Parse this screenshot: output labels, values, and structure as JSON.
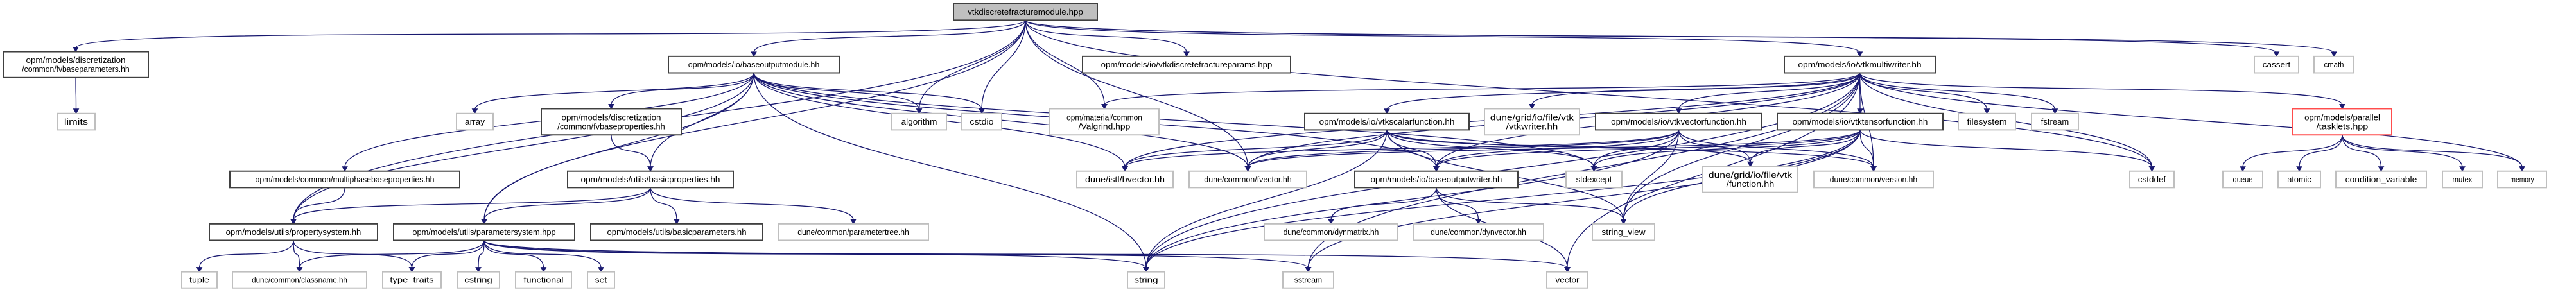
{
  "graph": {
    "edge_color": "#191970",
    "nodes": [
      {
        "id": "main",
        "label": "vtkdiscretefracturemodule.hpp",
        "kind": "root"
      },
      {
        "id": "fvbaseparameters",
        "label": "opm/models/discretization\n/common/fvbaseparameters.hh",
        "kind": "normal"
      },
      {
        "id": "limits",
        "label": "limits",
        "kind": "external"
      },
      {
        "id": "baseoutputmodule",
        "label": "opm/models/io/baseoutputmodule.hh",
        "kind": "normal"
      },
      {
        "id": "vtkdiscretefractureparams",
        "label": "opm/models/io/vtkdiscretefractureparams.hpp",
        "kind": "normal"
      },
      {
        "id": "vtkmultiwriter",
        "label": "opm/models/io/vtkmultiwriter.hh",
        "kind": "normal"
      },
      {
        "id": "cassert",
        "label": "cassert",
        "kind": "external"
      },
      {
        "id": "cmath",
        "label": "cmath",
        "kind": "external"
      },
      {
        "id": "array",
        "label": "array",
        "kind": "external"
      },
      {
        "id": "fvbaseproperties",
        "label": "opm/models/discretization\n/common/fvbaseproperties.hh",
        "kind": "normal"
      },
      {
        "id": "algorithm",
        "label": "algorithm",
        "kind": "external"
      },
      {
        "id": "cstdio",
        "label": "cstdio",
        "kind": "external"
      },
      {
        "id": "valgrind",
        "label": "opm/material/common\n/Valgrind.hpp",
        "kind": "external"
      },
      {
        "id": "vtkscalarfunction",
        "label": "opm/models/io/vtkscalarfunction.hh",
        "kind": "normal"
      },
      {
        "id": "vtkwriter",
        "label": "dune/grid/io/file/vtk\n/vtkwriter.hh",
        "kind": "external"
      },
      {
        "id": "vtkvectorfunction",
        "label": "opm/models/io/vtkvectorfunction.hh",
        "kind": "normal"
      },
      {
        "id": "vtktensorfunction",
        "label": "opm/models/io/vtktensorfunction.hh",
        "kind": "normal"
      },
      {
        "id": "filesystem",
        "label": "filesystem",
        "kind": "external"
      },
      {
        "id": "fstream",
        "label": "fstream",
        "kind": "external"
      },
      {
        "id": "tasklets",
        "label": "opm/models/parallel\n/tasklets.hpp",
        "kind": "highlight"
      },
      {
        "id": "multiphasebaseproperties",
        "label": "opm/models/common/multiphasebaseproperties.hh",
        "kind": "normal"
      },
      {
        "id": "basicproperties",
        "label": "opm/models/utils/basicproperties.hh",
        "kind": "normal"
      },
      {
        "id": "bvector",
        "label": "dune/istl/bvector.hh",
        "kind": "external"
      },
      {
        "id": "fvector",
        "label": "dune/common/fvector.hh",
        "kind": "external"
      },
      {
        "id": "baseoutputwriter",
        "label": "opm/models/io/baseoutputwriter.hh",
        "kind": "normal"
      },
      {
        "id": "stdexcept",
        "label": "stdexcept",
        "kind": "external"
      },
      {
        "id": "function",
        "label": "dune/grid/io/file/vtk\n/function.hh",
        "kind": "external"
      },
      {
        "id": "version",
        "label": "dune/common/version.hh",
        "kind": "external"
      },
      {
        "id": "cstddef",
        "label": "cstddef",
        "kind": "external"
      },
      {
        "id": "queue",
        "label": "queue",
        "kind": "external"
      },
      {
        "id": "atomic",
        "label": "atomic",
        "kind": "external"
      },
      {
        "id": "condition_variable",
        "label": "condition_variable",
        "kind": "external"
      },
      {
        "id": "mutex",
        "label": "mutex",
        "kind": "external"
      },
      {
        "id": "memory",
        "label": "memory",
        "kind": "external"
      },
      {
        "id": "propertysystem",
        "label": "opm/models/utils/propertysystem.hh",
        "kind": "normal"
      },
      {
        "id": "parametersystem",
        "label": "opm/models/utils/parametersystem.hpp",
        "kind": "normal"
      },
      {
        "id": "basicparameters",
        "label": "opm/models/utils/basicparameters.hh",
        "kind": "normal"
      },
      {
        "id": "parametertree",
        "label": "dune/common/parametertree.hh",
        "kind": "external"
      },
      {
        "id": "dynmatrix",
        "label": "dune/common/dynmatrix.hh",
        "kind": "external"
      },
      {
        "id": "dynvector",
        "label": "dune/common/dynvector.hh",
        "kind": "external"
      },
      {
        "id": "string_view",
        "label": "string_view",
        "kind": "external"
      },
      {
        "id": "tuple",
        "label": "tuple",
        "kind": "external"
      },
      {
        "id": "classname",
        "label": "dune/common/classname.hh",
        "kind": "external"
      },
      {
        "id": "type_traits",
        "label": "type_traits",
        "kind": "external"
      },
      {
        "id": "cstring",
        "label": "cstring",
        "kind": "external"
      },
      {
        "id": "functional",
        "label": "functional",
        "kind": "external"
      },
      {
        "id": "set",
        "label": "set",
        "kind": "external"
      },
      {
        "id": "string",
        "label": "string",
        "kind": "external"
      },
      {
        "id": "sstream",
        "label": "sstream",
        "kind": "external"
      },
      {
        "id": "vector",
        "label": "vector",
        "kind": "external"
      }
    ],
    "edges": [
      [
        "main",
        "fvbaseparameters"
      ],
      [
        "main",
        "propertysystem"
      ],
      [
        "main",
        "parametersystem"
      ],
      [
        "main",
        "baseoutputmodule"
      ],
      [
        "main",
        "algorithm"
      ],
      [
        "main",
        "cstdio"
      ],
      [
        "main",
        "valgrind"
      ],
      [
        "main",
        "fvector"
      ],
      [
        "main",
        "vtkdiscretefractureparams"
      ],
      [
        "main",
        "vtkmultiwriter"
      ],
      [
        "main",
        "cstddef"
      ],
      [
        "main",
        "cassert"
      ],
      [
        "main",
        "cmath"
      ],
      [
        "fvbaseparameters",
        "limits"
      ],
      [
        "baseoutputmodule",
        "fvbaseproperties"
      ],
      [
        "baseoutputmodule",
        "basicproperties"
      ],
      [
        "baseoutputmodule",
        "multiphasebaseproperties"
      ],
      [
        "baseoutputmodule",
        "propertysystem"
      ],
      [
        "baseoutputmodule",
        "parametersystem"
      ],
      [
        "baseoutputmodule",
        "array"
      ],
      [
        "baseoutputmodule",
        "algorithm"
      ],
      [
        "baseoutputmodule",
        "cstdio"
      ],
      [
        "baseoutputmodule",
        "string"
      ],
      [
        "baseoutputmodule",
        "bvector"
      ],
      [
        "baseoutputmodule",
        "fvector"
      ],
      [
        "baseoutputmodule",
        "baseoutputwriter"
      ],
      [
        "baseoutputmodule",
        "stdexcept"
      ],
      [
        "fvbaseproperties",
        "basicproperties"
      ],
      [
        "multiphasebaseproperties",
        "propertysystem"
      ],
      [
        "basicproperties",
        "propertysystem"
      ],
      [
        "basicproperties",
        "parametersystem"
      ],
      [
        "basicproperties",
        "basicparameters"
      ],
      [
        "basicproperties",
        "parametertree"
      ],
      [
        "propertysystem",
        "tuple"
      ],
      [
        "propertysystem",
        "classname"
      ],
      [
        "propertysystem",
        "type_traits"
      ],
      [
        "parametersystem",
        "classname"
      ],
      [
        "parametersystem",
        "type_traits"
      ],
      [
        "parametersystem",
        "cstring"
      ],
      [
        "parametersystem",
        "functional"
      ],
      [
        "parametersystem",
        "set"
      ],
      [
        "parametersystem",
        "string"
      ],
      [
        "parametersystem",
        "sstream"
      ],
      [
        "parametersystem",
        "vector"
      ],
      [
        "vtkmultiwriter",
        "vtkscalarfunction"
      ],
      [
        "vtkmultiwriter",
        "vtkwriter"
      ],
      [
        "vtkmultiwriter",
        "vtkvectorfunction"
      ],
      [
        "vtkmultiwriter",
        "vtktensorfunction"
      ],
      [
        "vtkmultiwriter",
        "filesystem"
      ],
      [
        "vtkmultiwriter",
        "fstream"
      ],
      [
        "vtkmultiwriter",
        "tasklets"
      ],
      [
        "vtkmultiwriter",
        "cstddef"
      ],
      [
        "vtkmultiwriter",
        "memory"
      ],
      [
        "vtkmultiwriter",
        "valgrind"
      ],
      [
        "vtkmultiwriter",
        "baseoutputwriter"
      ],
      [
        "vtkmultiwriter",
        "bvector"
      ],
      [
        "vtkmultiwriter",
        "fvector"
      ],
      [
        "vtkmultiwriter",
        "string"
      ],
      [
        "vtkmultiwriter",
        "string_view"
      ],
      [
        "vtkmultiwriter",
        "sstream"
      ],
      [
        "vtkmultiwriter",
        "vector"
      ],
      [
        "vtkmultiwriter",
        "version"
      ],
      [
        "vtkscalarfunction",
        "baseoutputwriter"
      ],
      [
        "vtkscalarfunction",
        "bvector"
      ],
      [
        "vtkscalarfunction",
        "fvector"
      ],
      [
        "vtkscalarfunction",
        "stdexcept"
      ],
      [
        "vtkscalarfunction",
        "function"
      ],
      [
        "vtkscalarfunction",
        "version"
      ],
      [
        "vtkscalarfunction",
        "string"
      ],
      [
        "vtkscalarfunction",
        "string_view"
      ],
      [
        "vtkvectorfunction",
        "baseoutputwriter"
      ],
      [
        "vtkvectorfunction",
        "bvector"
      ],
      [
        "vtkvectorfunction",
        "fvector"
      ],
      [
        "vtkvectorfunction",
        "stdexcept"
      ],
      [
        "vtkvectorfunction",
        "function"
      ],
      [
        "vtkvectorfunction",
        "version"
      ],
      [
        "vtkvectorfunction",
        "string_view"
      ],
      [
        "vtkvectorfunction",
        "string"
      ],
      [
        "vtktensorfunction",
        "baseoutputwriter"
      ],
      [
        "vtktensorfunction",
        "fvector"
      ],
      [
        "vtktensorfunction",
        "stdexcept"
      ],
      [
        "vtktensorfunction",
        "function"
      ],
      [
        "vtktensorfunction",
        "version"
      ],
      [
        "vtktensorfunction",
        "cstddef"
      ],
      [
        "vtktensorfunction",
        "string_view"
      ],
      [
        "vtktensorfunction",
        "string"
      ],
      [
        "vtktensorfunction",
        "sstream"
      ],
      [
        "baseoutputwriter",
        "dynmatrix"
      ],
      [
        "baseoutputwriter",
        "dynvector"
      ],
      [
        "baseoutputwriter",
        "string_view"
      ],
      [
        "baseoutputwriter",
        "vector"
      ],
      [
        "tasklets",
        "queue"
      ],
      [
        "tasklets",
        "atomic"
      ],
      [
        "tasklets",
        "condition_variable"
      ],
      [
        "tasklets",
        "mutex"
      ],
      [
        "tasklets",
        "memory"
      ]
    ]
  }
}
